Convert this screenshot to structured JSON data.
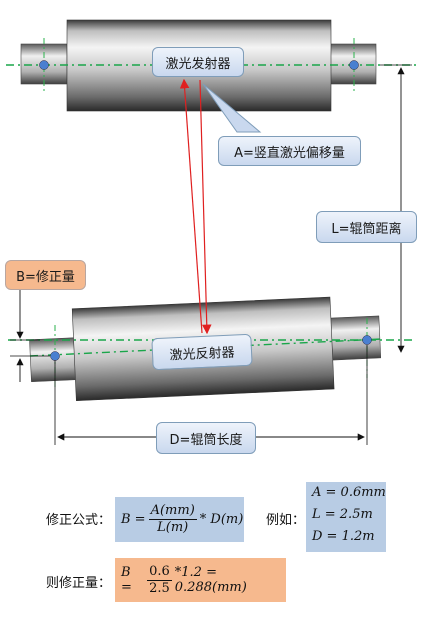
{
  "labels": {
    "laser_emitter": "激光发射器",
    "vertical_offset": "A=竖直激光偏移量",
    "roller_distance": "L=辊筒距离",
    "correction": "B=修正量",
    "laser_reflector": "激光反射器",
    "roller_length": "D=辊筒长度"
  },
  "formula": {
    "label": "修正公式：",
    "lhs": "B =",
    "num": "A(mm)",
    "den": "L(m)",
    "rhs": "* D(m)"
  },
  "example": {
    "label": "例如：",
    "lines": [
      "A = 0.6mm",
      "L = 2.5m",
      "D = 1.2m"
    ]
  },
  "result": {
    "label": "则修正量：",
    "lhs": "B =",
    "num": "0.6",
    "den": "2.5",
    "rhs": "*1.2 = 0.288(mm)"
  },
  "colors": {
    "centerline": "#1aa64a",
    "laser": "#e02020",
    "callout_fill": "#c9d8ee",
    "orange_fill": "#f6b98e",
    "formula_fill": "#b8cce4"
  }
}
